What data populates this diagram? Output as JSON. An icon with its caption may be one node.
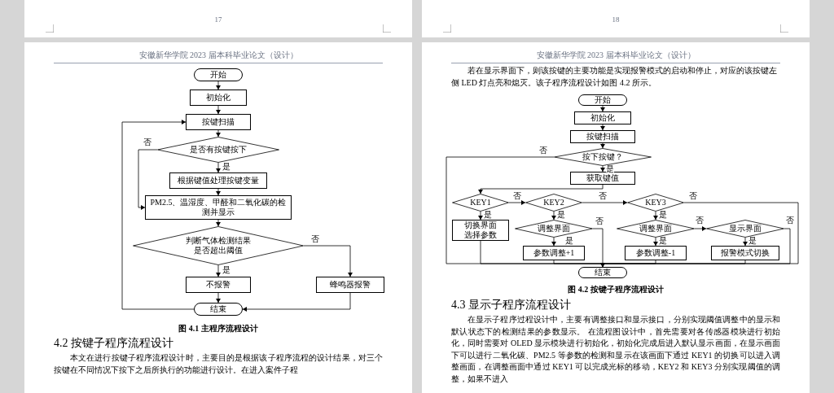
{
  "diagram": {
    "nodes": [
      {
        "text": [
          "开始"
        ]
      },
      {
        "text": [
          "初始化"
        ]
      },
      {
        "text": [
          "按键扫描"
        ]
      },
      {
        "text": [
          "是否有按键按下"
        ]
      },
      {
        "text": [
          "根据键值处理按键变量"
        ]
      },
      {
        "text": [
          "PM2.5、温湿度、甲醛和二氧化碳的检测并显示"
        ]
      },
      {
        "text": [
          "判断气体检测结果是否超出阈值"
        ]
      },
      {
        "text": [
          "不报警"
        ]
      },
      {
        "text": [
          "蜂鸣器报警"
        ]
      },
      {
        "text": [
          "结束"
        ]
      },
      {
        "text": [
          "开始"
        ]
      },
      {
        "text": [
          "初始化"
        ]
      },
      {
        "text": [
          "按键扫描"
        ]
      },
      {
        "text": [
          "按下按键？"
        ]
      },
      {
        "text": [
          "获取键值"
        ]
      },
      {
        "text": [
          "KEY1"
        ]
      },
      {
        "text": [
          "KEY2"
        ]
      },
      {
        "text": [
          "KEY3"
        ]
      },
      {
        "text": [
          "切换界面选择参数"
        ]
      },
      {
        "text": [
          "调整界面"
        ]
      },
      {
        "text": [
          "调整界面"
        ]
      },
      {
        "text": [
          "显示界面"
        ]
      },
      {
        "text": [
          "参数调整+1"
        ]
      },
      {
        "text": [
          "参数调整-1"
        ]
      },
      {
        "text": [
          "报警模式切换"
        ]
      },
      {
        "text": [
          "结束"
        ]
      }
    ],
    "edges": [
      {
        "from": 0,
        "to": 1,
        "arrow": "to"
      },
      {
        "from": 1,
        "to": 2,
        "arrow": "to"
      },
      {
        "from": 2,
        "to": 3,
        "arrow": "to"
      },
      {
        "from": 3,
        "to": 4,
        "arrow": "to",
        "label": "是"
      },
      {
        "from": 3,
        "to": 5,
        "arrow": "to",
        "label": "否"
      },
      {
        "from": 4,
        "to": 5,
        "arrow": "to"
      },
      {
        "from": 5,
        "to": 6,
        "arrow": "to"
      },
      {
        "from": 6,
        "to": 7,
        "arrow": "to",
        "label": "是"
      },
      {
        "from": 6,
        "to": 8,
        "arrow": "to",
        "label": "否"
      },
      {
        "from": 7,
        "to": 9,
        "arrow": "to"
      },
      {
        "from": 8,
        "to": 9,
        "arrow": "to"
      },
      {
        "from": 9,
        "to": 2,
        "arrow": "to"
      },
      {
        "from": 10,
        "to": 11,
        "arrow": "to"
      },
      {
        "from": 11,
        "to": 12,
        "arrow": "to"
      },
      {
        "from": 12,
        "to": 13,
        "arrow": "to"
      },
      {
        "from": 13,
        "to": 14,
        "arrow": "to",
        "label": "是"
      },
      {
        "from": 13,
        "to": 25,
        "arrow": "to",
        "label": "否"
      },
      {
        "from": 14,
        "to": 15,
        "arrow": "to"
      },
      {
        "from": 15,
        "to": 16,
        "arrow": "to",
        "label": "否"
      },
      {
        "from": 15,
        "to": 18,
        "arrow": "to",
        "label": "是"
      },
      {
        "from": 16,
        "to": 17,
        "arrow": "to",
        "label": "否"
      },
      {
        "from": 16,
        "to": 19,
        "arrow": "to",
        "label": "是"
      },
      {
        "from": 17,
        "to": 20,
        "arrow": "to",
        "label": "是"
      },
      {
        "from": 17,
        "to": 25,
        "arrow": "to",
        "label": "否"
      },
      {
        "from": 18,
        "to": 25,
        "arrow": "to"
      },
      {
        "from": 19,
        "to": 22,
        "arrow": "to",
        "label": "是"
      },
      {
        "from": 19,
        "to": 25,
        "arrow": "to",
        "label": "否"
      },
      {
        "from": 20,
        "to": 21,
        "arrow": "to",
        "label": "否"
      },
      {
        "from": 20,
        "to": 23,
        "arrow": "to",
        "label": "是"
      },
      {
        "from": 21,
        "to": 24,
        "arrow": "to",
        "label": "是"
      },
      {
        "from": 21,
        "to": 25,
        "arrow": "to",
        "label": "否"
      },
      {
        "from": 22,
        "to": 25,
        "arrow": "to"
      },
      {
        "from": 23,
        "to": 25,
        "arrow": "to"
      },
      {
        "from": 24,
        "to": 25,
        "arrow": "to"
      }
    ],
    "labels": [
      "17",
      "18",
      "安徽新华学院 2023 届本科毕业论文（设计）",
      "图 4.1 主程序流程设计",
      "4.2  按键子程序流程设计",
      "本文在进行按键子程序流程设计时，主要目的是根据该子程序流程的设计结果，对三个按键在不同情况下按下之后所执行的功能进行设计。在进入案件子程",
      "安徽新华学院 2023 届本科毕业论文（设计）",
      "若在显示界面下，则该按键的主要功能是实现报警模式的启动和停止，对应的该按键左侧 LED 灯点亮和熄灭。该子程序流程设计如图 4.2 所示。",
      "图 4.2 按键子程序流程设计",
      "4.3 显示子程序流程设计",
      "在显示子程序过程设计中，主要有调整接口和显示接口，分别实现阈值调整中的显示和默认状态下的检测结果的参数显示。 在流程图设计中，首先需要对各传感器模块进行初始化，同时需要对 OLED 显示模块进行初始化，初始化完成后进入默认显示画面，在显示画面下可以进行二氧化碳、PM2.5 等参数的检测和显示在该画面下通过 KEY1 的切换可以进入调整画面，在调整画面中通过 KEY1 可以完成光标的移动，KEY2 和 KEY3 分别实现阈值的调整，如果不进入"
    ]
  }
}
